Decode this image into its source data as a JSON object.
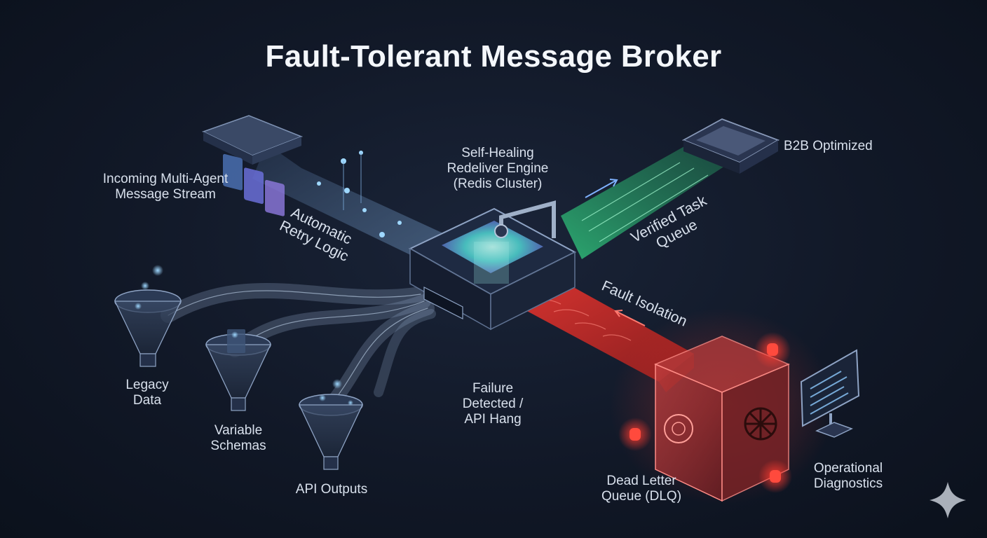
{
  "title": "Fault-Tolerant Message Broker",
  "labels": {
    "incoming": [
      "Incoming Multi-Agent",
      "Message Stream"
    ],
    "retry": [
      "Automatic",
      "Retry Logic"
    ],
    "engine": [
      "Self-Healing",
      "Redeliver Engine",
      "(Redis Cluster)"
    ],
    "b2b": "B2B Optimized",
    "verified": [
      "Verified Task",
      "Queue"
    ],
    "fault": "Fault Isolation",
    "legacy": [
      "Legacy",
      "Data"
    ],
    "variable": [
      "Variable",
      "Schemas"
    ],
    "api_outputs": "API Outputs",
    "failure": [
      "Failure",
      "Detected /",
      "API Hang"
    ],
    "dlq": [
      "Dead Letter",
      "Queue (DLQ)"
    ],
    "diagnostics": [
      "Operational",
      "Diagnostics"
    ]
  },
  "colors": {
    "background": "#111827",
    "success": "#3ecf8e",
    "failure": "#e53935",
    "core": "#5fe0e0",
    "stream": "#9fb6d6"
  },
  "icons": [
    "message-stack-icon",
    "funnel-icon",
    "engine-box-icon",
    "queue-tray-icon",
    "safe-vault-icon",
    "alarm-light-icon",
    "monitor-icon",
    "sparkle-icon"
  ]
}
